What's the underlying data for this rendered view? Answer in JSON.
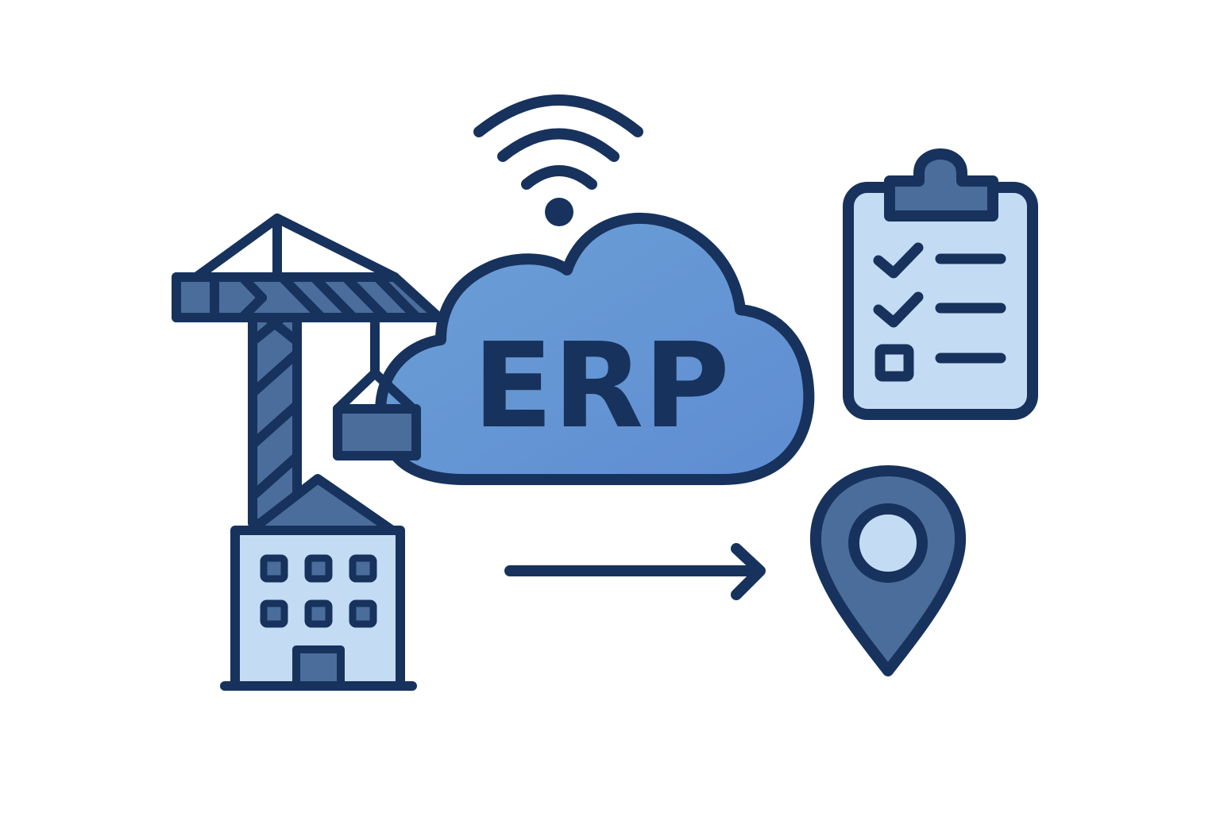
{
  "cloud": {
    "label": "ERP"
  },
  "colors": {
    "outline": "#17325c",
    "cloud_fill": "#6595d3",
    "light_fill": "#c4dcf3",
    "mid_fill": "#4a6d9c",
    "background": "#ffffff"
  },
  "icons": [
    "wifi-signal-icon",
    "construction-crane-icon",
    "cloud-icon",
    "building-icon",
    "clipboard-checklist-icon",
    "location-pin-icon",
    "arrow-right-icon"
  ],
  "checklist": {
    "items": [
      {
        "state": "checked"
      },
      {
        "state": "checked"
      },
      {
        "state": "unchecked"
      }
    ]
  }
}
